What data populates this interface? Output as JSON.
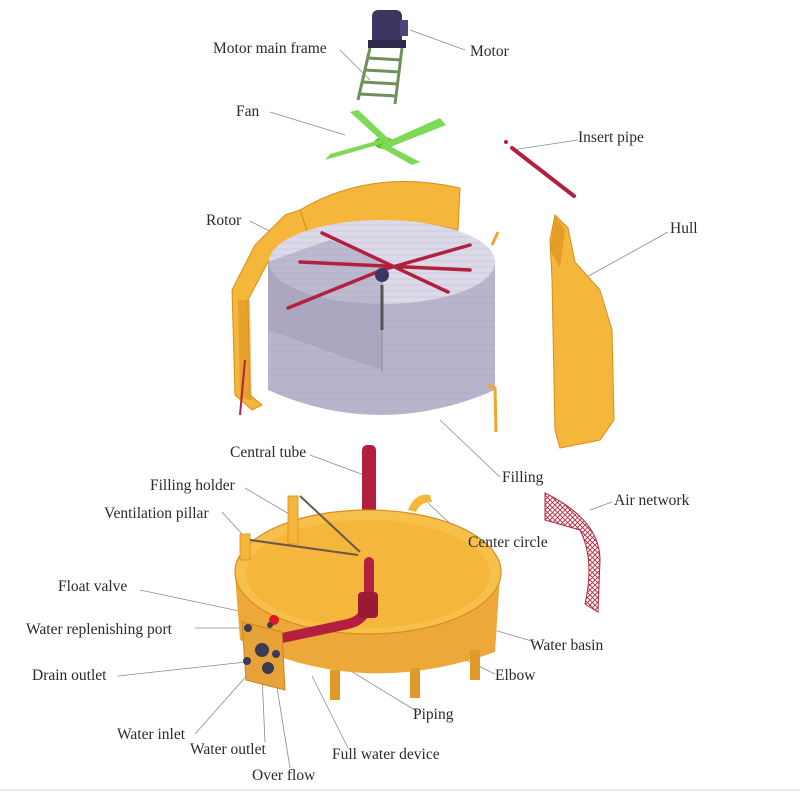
{
  "diagram": {
    "labels": {
      "motor_main_frame": "Motor main frame",
      "motor": "Motor",
      "fan": "Fan",
      "insert_pipe": "Insert pipe",
      "rotor": "Rotor",
      "hull": "Hull",
      "central_tube": "Central tube",
      "filling": "Filling",
      "filling_holder": "Filling holder",
      "ventilation_pillar": "Ventilation pillar",
      "air_network": "Air network",
      "center_circle": "Center circle",
      "float_valve": "Float valve",
      "water_replenishing_port": "Water replenishing port",
      "water_basin": "Water basin",
      "drain_outlet": "Drain outlet",
      "elbow": "Elbow",
      "piping": "Piping",
      "water_inlet": "Water inlet",
      "water_outlet": "Water outlet",
      "full_water_device": "Full water device",
      "over_flow": "Over flow"
    },
    "colors": {
      "hull": "#f5b63c",
      "hull_dark": "#d98e1a",
      "basin": "#f7c04a",
      "filling": "#b9b4cc",
      "filling_top": "#dcdae8",
      "pipe": "#b3203f",
      "fan": "#7ed957",
      "motor": "#3b3760",
      "frame": "#6f8f5c",
      "leader": "#8a8a8a",
      "net": "#b0273f"
    }
  }
}
